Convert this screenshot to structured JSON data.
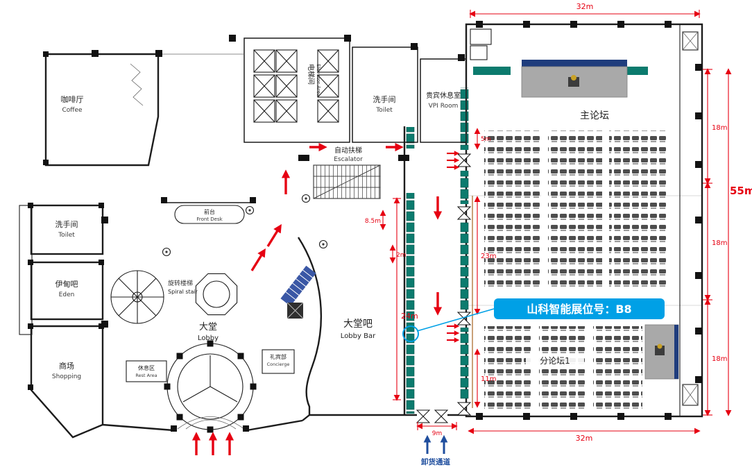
{
  "labels": {
    "coffee": {
      "zh": "咖啡厅",
      "en": "Coffee"
    },
    "elevator": {
      "zh": "电梯间",
      "en": "Elevator Area"
    },
    "toilet_top": {
      "zh": "洗手间",
      "en": "Toilet"
    },
    "vip": {
      "zh": "贵宾休息室",
      "en": "VPI Room"
    },
    "escalator": {
      "zh": "自动扶梯",
      "en": "Escalator"
    },
    "front_desk": {
      "zh": "前台",
      "en": "Front Desk"
    },
    "toilet_left": {
      "zh": "洗手间",
      "en": "Toilet"
    },
    "eden": {
      "zh": "伊甸吧",
      "en": "Eden"
    },
    "shopping": {
      "zh": "商场",
      "en": "Shopping"
    },
    "spiral": {
      "zh": "旋转楼梯",
      "en": "Spiral stair"
    },
    "lobby": {
      "zh": "大堂",
      "en": "Lobby"
    },
    "rest_area": {
      "zh": "休息区",
      "en": "Rest Area"
    },
    "concierge": {
      "zh": "礼宾部",
      "en": "Concierge"
    },
    "lobby_bar": {
      "zh": "大堂吧",
      "en": "Lobby Bar"
    },
    "main_forum": "主论坛",
    "sub_forum": "分论坛1",
    "unloading": "卸货通道"
  },
  "callout": {
    "text": "山科智能展位号：B8"
  },
  "dims": {
    "top_width": "32m",
    "right_a": "18m",
    "right_total": "55m",
    "right_b": "18m",
    "right_c": "18m",
    "gate": "5m",
    "mid": "23m",
    "lower": "11m",
    "corridor": "24m",
    "small": "2m",
    "upper_small": "8.5m",
    "dock": "9m",
    "bottom_width": "32m"
  },
  "colors": {
    "dimension_red": "#e60012",
    "booth_teal": "#0c7b6e",
    "callout_blue": "#00a0e6",
    "unloading_blue": "#1f4e9e"
  }
}
